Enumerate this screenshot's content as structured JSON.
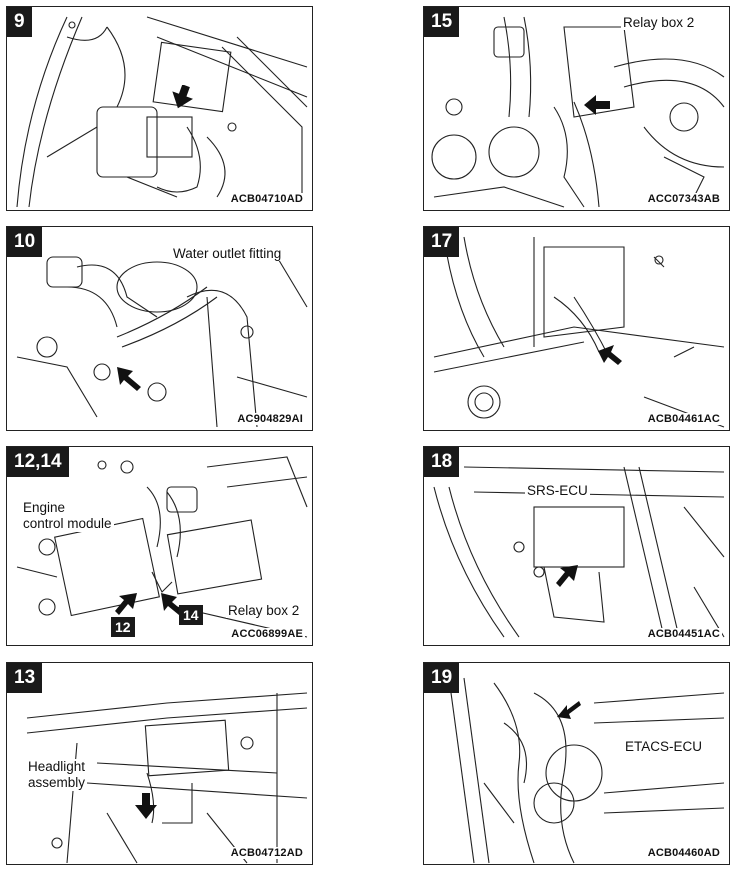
{
  "panels": [
    {
      "number": "9",
      "code": "ACB04710AD",
      "labels": []
    },
    {
      "number": "15",
      "code": "ACC07343AB",
      "labels": [
        "Relay box 2"
      ]
    },
    {
      "number": "10",
      "code": "AC904829AI",
      "labels": [
        "Water outlet fitting"
      ]
    },
    {
      "number": "17",
      "code": "ACB04461AC",
      "labels": []
    },
    {
      "number": "12,14",
      "code": "ACC06899AE",
      "labels": [
        "Engine\ncontrol module",
        "Relay box 2"
      ],
      "callouts": [
        "12",
        "14"
      ]
    },
    {
      "number": "18",
      "code": "ACB04451AC",
      "labels": [
        "SRS-ECU"
      ]
    },
    {
      "number": "13",
      "code": "ACB04712AD",
      "labels": [
        "Headlight\nassembly"
      ]
    },
    {
      "number": "19",
      "code": "ACB04460AD",
      "labels": [
        "ETACS-ECU"
      ]
    }
  ]
}
